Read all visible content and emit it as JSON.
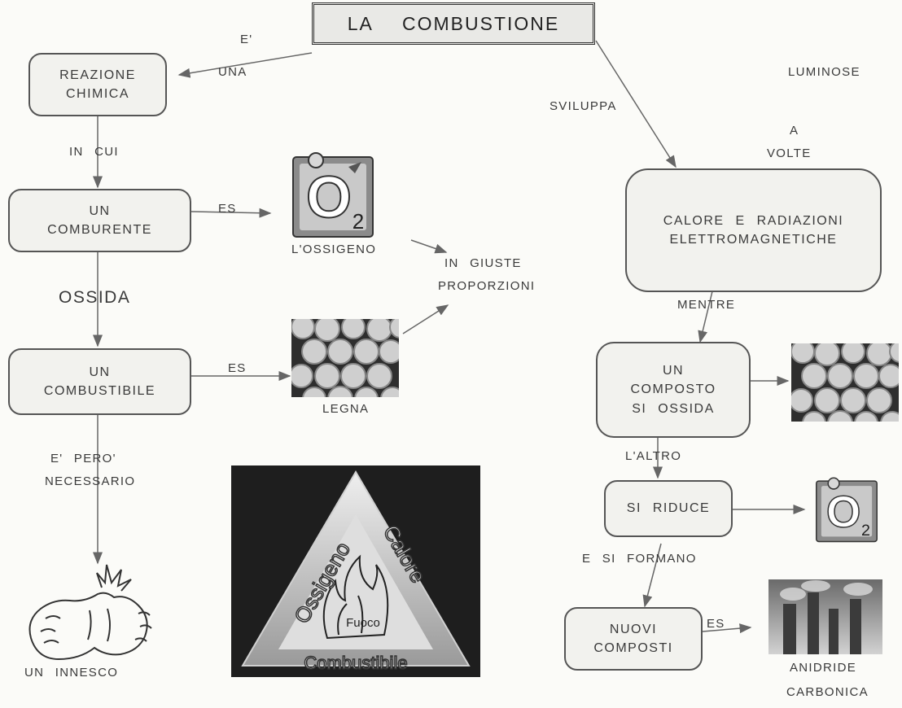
{
  "title": "LA    COMBUSTIONE",
  "nodes": {
    "reazione": [
      "REAZIONE",
      "CHIMICA"
    ],
    "comburente": [
      "UN",
      "COMBURENTE"
    ],
    "combustibile": [
      "UN",
      "COMBUSTIBILE"
    ],
    "calore": [
      "CALORE   E   RADIAZIONI",
      "ELETTROMAGNETICHE"
    ],
    "composto": [
      "UN",
      "COMPOSTO",
      "SI   OSSIDA"
    ],
    "riduce": "SI   RIDUCE",
    "nuovi": [
      "NUOVI",
      "COMPOSTI"
    ]
  },
  "labels": {
    "e": "E'",
    "una": "UNA",
    "in_cui": "IN   CUI",
    "es1": "ES",
    "ossigeno": "L'OSSIGENO",
    "giuste": "IN    GIUSTE",
    "proporzioni": "PROPORZIONI",
    "ossida": "OSSIDA",
    "es2": "ES",
    "legna": "LEGNA",
    "e_pero": "E'   PERO'",
    "necessario": "NECESSARIO",
    "innesco": "UN     INNESCO",
    "sviluppa": "SVILUPPA",
    "luminose": "LUMINOSE",
    "a": "A",
    "volte": "VOLTE",
    "mentre": "MENTRE",
    "laltro": "L'ALTRO",
    "e_si_formano": "E  SI    FORMANO",
    "es3": "ES",
    "anidride": "ANIDRIDE",
    "carbonica": "CARBONICA"
  },
  "triangle": {
    "left": "Ossigeno",
    "right": "Calore",
    "bottom": "Combustibile",
    "center": "Fuoco"
  },
  "o2_icon": {
    "letter": "O",
    "subscript": "2"
  }
}
